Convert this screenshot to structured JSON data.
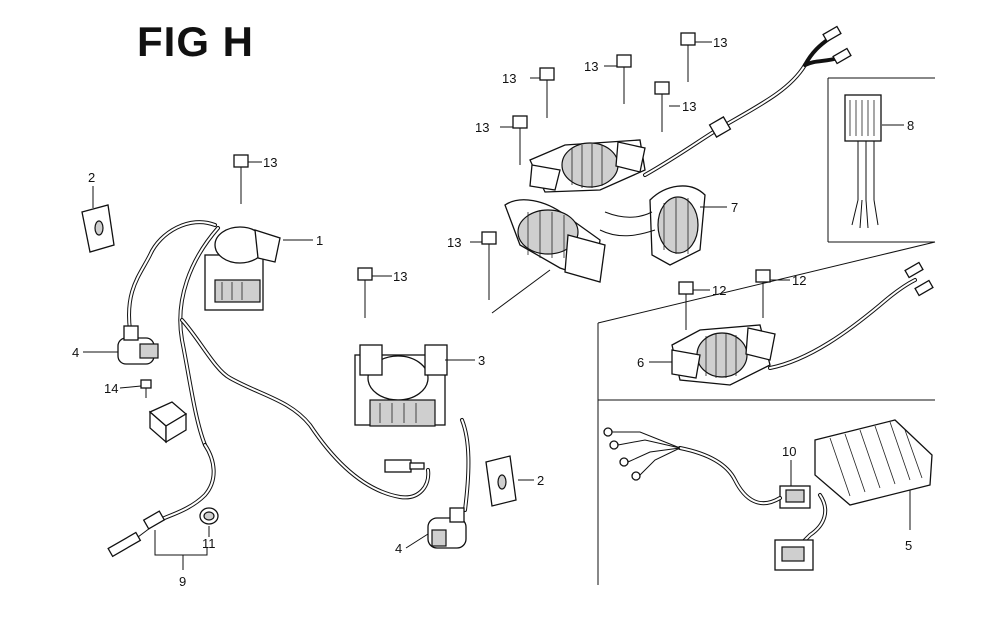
{
  "title": "FIG H",
  "callouts": {
    "c1": "1",
    "c2a": "2",
    "c2b": "2",
    "c3": "3",
    "c4a": "4",
    "c4b": "4",
    "c5": "5",
    "c6": "6",
    "c7": "7",
    "c8": "8",
    "c9": "9",
    "c10": "10",
    "c11": "11",
    "c12a": "12",
    "c12b": "12",
    "c13a": "13",
    "c13b": "13",
    "c13c": "13",
    "c13d": "13",
    "c13e": "13",
    "c13f": "13",
    "c13g": "13",
    "c13h": "13",
    "c14": "14"
  }
}
